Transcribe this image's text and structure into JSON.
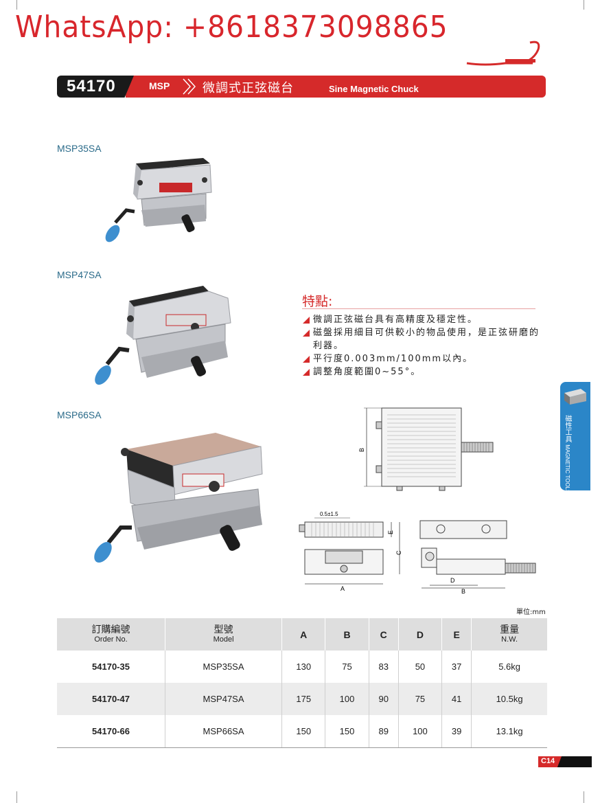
{
  "watermark": "WhatsApp: +8618373098865",
  "header": {
    "number": "54170",
    "code": "MSP",
    "title_zh": "微調式正弦磁台",
    "title_en": "Sine Magnetic Chuck"
  },
  "models": [
    "MSP35SA",
    "MSP47SA",
    "MSP66SA"
  ],
  "features": {
    "title": "特點:",
    "items": [
      "微調正弦磁台具有高精度及穩定性。",
      "磁盤採用細目可供較小的物品使用，是正弦研磨的利器。",
      "平行度0.003mm/100mm以內。",
      "調整角度範圍0~55°。"
    ]
  },
  "side_tab": {
    "zh": "磁性工具",
    "en": "MAGNETIC TOOLS"
  },
  "diagram": {
    "label_a": "A",
    "label_b": "B",
    "label_c": "C",
    "label_d": "D",
    "label_e": "E",
    "dim_tolerance": "0.5±1.5"
  },
  "unit_note": "單位:mm",
  "table": {
    "headers": [
      {
        "zh": "訂購編號",
        "en": "Order No."
      },
      {
        "zh": "型號",
        "en": "Model"
      },
      {
        "single": "A"
      },
      {
        "single": "B"
      },
      {
        "single": "C"
      },
      {
        "single": "D"
      },
      {
        "single": "E"
      },
      {
        "zh": "重量",
        "en": "N.W."
      }
    ],
    "rows": [
      [
        "54170-35",
        "MSP35SA",
        "130",
        "75",
        "83",
        "50",
        "37",
        "5.6kg"
      ],
      [
        "54170-47",
        "MSP47SA",
        "175",
        "100",
        "90",
        "75",
        "41",
        "10.5kg"
      ],
      [
        "54170-66",
        "MSP66SA",
        "150",
        "150",
        "89",
        "100",
        "39",
        "13.1kg"
      ]
    ]
  },
  "page_number": "C14"
}
